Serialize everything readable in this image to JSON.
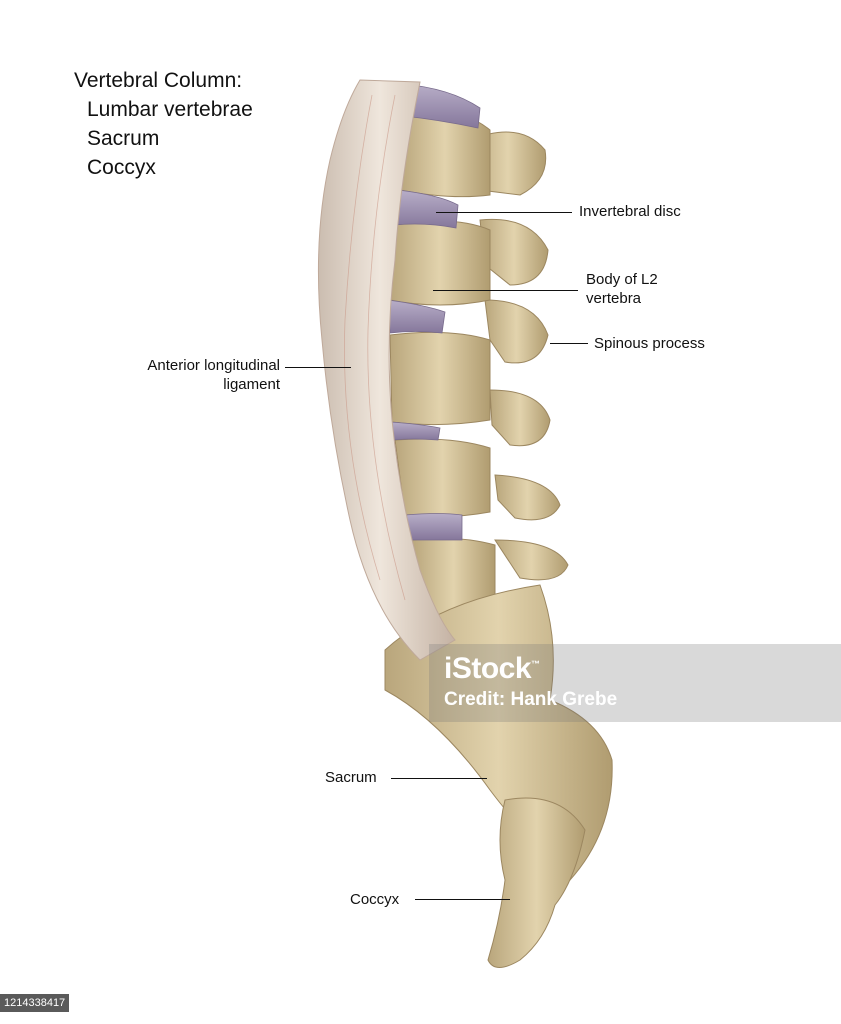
{
  "title": {
    "heading": "Vertebral Column:",
    "items": [
      "Lumbar vertebrae",
      "Sacrum",
      "Coccyx"
    ]
  },
  "labels": {
    "intervertebral_disc": "Invertebral disc",
    "body_l2_line1": "Body of L2",
    "body_l2_line2": "vertebra",
    "spinous_process": "Spinous process",
    "anterior_ligament_line1": "Anterior longitudinal",
    "anterior_ligament_line2": "ligament",
    "sacrum": "Sacrum",
    "coccyx": "Coccyx"
  },
  "watermark": {
    "logo": "iStock",
    "trademark": "™",
    "credit": "Credit: Hank Grebe"
  },
  "image_id": "1214338417",
  "colors": {
    "bone": "#d9c9a3",
    "bone_shadow": "#a8956c",
    "disc": "#9d90b0",
    "ligament": "#d8cdc2"
  }
}
